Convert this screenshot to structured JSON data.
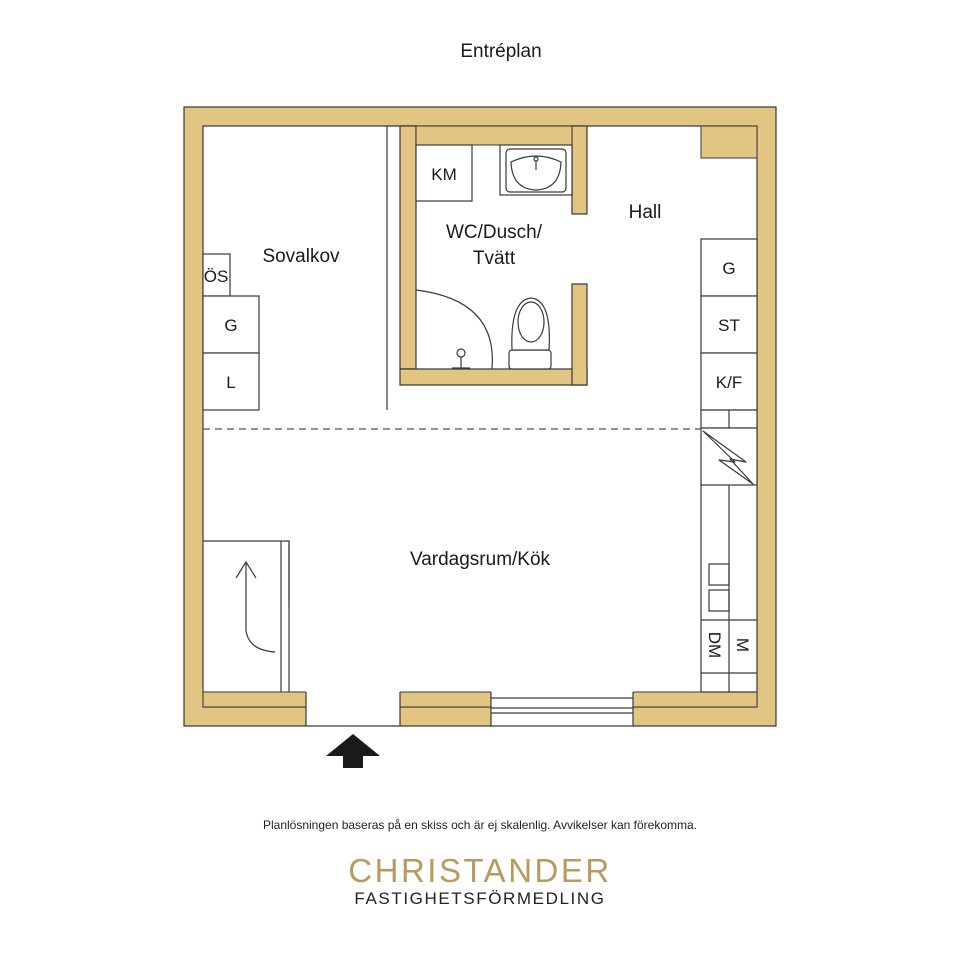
{
  "plan": {
    "title": "Entréplan",
    "wall_color": "#E2C483",
    "rooms": {
      "sovalkov": "Sovalkov",
      "wc": "WC/Dusch/",
      "wc2": "Tvätt",
      "hall": "Hall",
      "vardagsrum": "Vardagsrum/Kök"
    },
    "fixtures": {
      "km": "KM",
      "os": "ÖS",
      "g_left": "G",
      "l": "L",
      "g_right": "G",
      "st": "ST",
      "kf": "K/F",
      "dm": "DM",
      "m": "M"
    }
  },
  "disclaimer": "Planlösningen baseras på en skiss och är ej skalenlig. Avvikelser kan förekomma.",
  "brand": {
    "name": "CHRISTANDER",
    "sub": "FASTIGHETSFÖRMEDLING",
    "color": "#B99A5E"
  }
}
